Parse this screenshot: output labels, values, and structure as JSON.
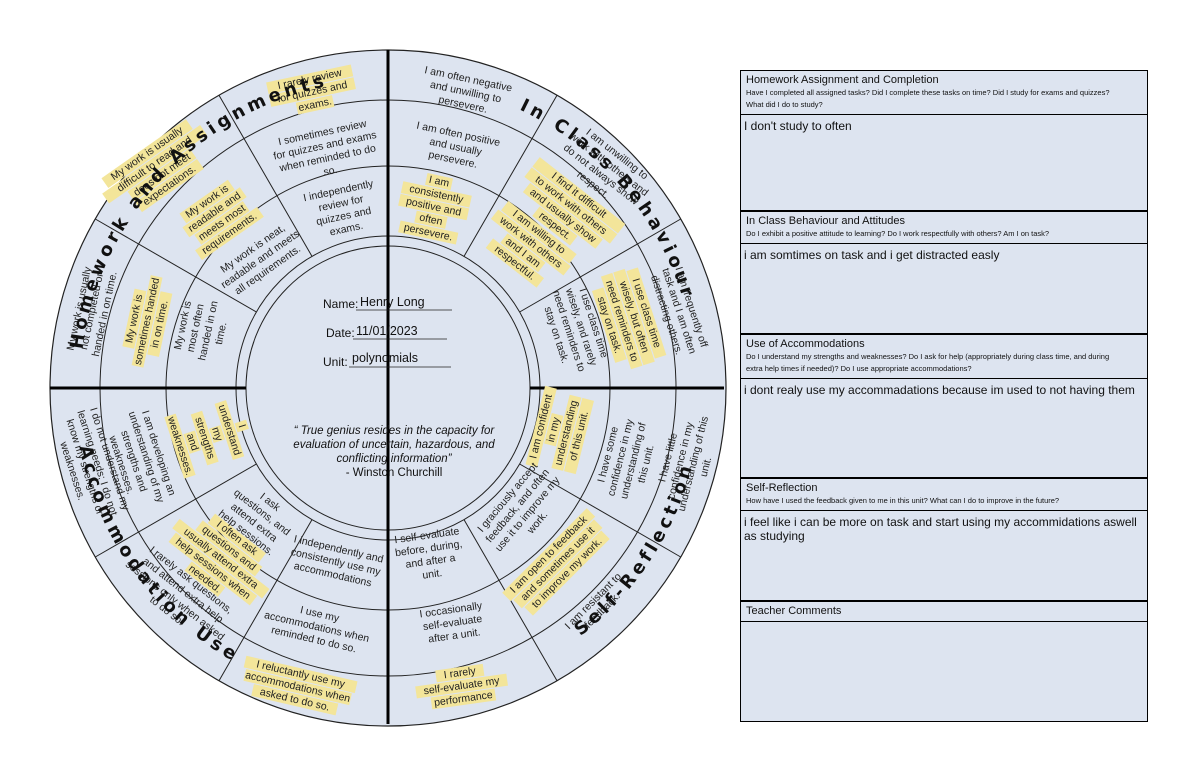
{
  "student": {
    "name_label": "Name:",
    "name_value": "Henry Long",
    "date_label": "Date:",
    "date_value": "11/01/2023",
    "unit_label": "Unit:",
    "unit_value": "polynomials"
  },
  "quote": {
    "line1": "“ True genius resides in the capacity for",
    "line2": "evaluation of uncertain, hazardous, and",
    "line3": "conflicting information”",
    "line4": "- Winston Churchill"
  },
  "quadrant_titles": {
    "homework": "Homework and Assignments",
    "behaviour": "In Class Behaviour",
    "accommodation": "Accommodation Use",
    "reflection": "Self-Reflection"
  },
  "colors": {
    "wheel_fill": "#dde4f0",
    "highlight": "#f3e59a",
    "divider": "#000000"
  },
  "segments": [
    {
      "text": "I rarely review for quizzes and exams.",
      "highlighted": true
    },
    {
      "text": "I sometimes review for quizzes and exams when reminded to do so.",
      "highlighted": false
    },
    {
      "text": "I independently review for quizzes and exams.",
      "highlighted": false
    },
    {
      "text": "My work is usually difficult to read and does not meet expectations.",
      "highlighted": true
    },
    {
      "text": "My work is readable and meets most requirements.",
      "highlighted": true
    },
    {
      "text": "My work is neat, readable and meets all requirements.",
      "highlighted": false
    },
    {
      "text": "My work is usually not completed or handed in on time.",
      "highlighted": false
    },
    {
      "text": "My work is sometimes handed in on time.",
      "highlighted": true
    },
    {
      "text": "My work is most often handed in on time.",
      "highlighted": false
    },
    {
      "text": "I am often negative and unwilling to persevere.",
      "highlighted": false
    },
    {
      "text": "I am often positive and usually persevere.",
      "highlighted": false
    },
    {
      "text": "I am consistently positive and often persevere.",
      "highlighted": true
    },
    {
      "text": "I am unwilling to work with others and do not always show respect.",
      "highlighted": false
    },
    {
      "text": "I find it difficult to work with others and usually show respect.",
      "highlighted": true
    },
    {
      "text": "I am willing to work with others and I am respectful.",
      "highlighted": true
    },
    {
      "text": "I am frequently off task and I am often distracting others.",
      "highlighted": false
    },
    {
      "text": "I use class time wisely, but often need reminders to stay on task.",
      "highlighted": true
    },
    {
      "text": "I use class time wisely, and rarely need reminders to stay on task.",
      "highlighted": false
    },
    {
      "text": "I do not understand my learning needs; I do not know my strengths or weaknesses.",
      "highlighted": false
    },
    {
      "text": "I am developing an understanding of my strengths and weaknesses.",
      "highlighted": false
    },
    {
      "text": "I understand my strengths and weaknesses.",
      "highlighted": true
    },
    {
      "text": "I rarely ask questions, and attend extra help sessions only when asked to do so.",
      "highlighted": false
    },
    {
      "text": "I often ask questions and usually attend extra help sessions when needed.",
      "highlighted": true
    },
    {
      "text": "I ask questions, and attend extra help sessions.",
      "highlighted": false
    },
    {
      "text": "I reluctantly use my accommodations when asked to do so.",
      "highlighted": true
    },
    {
      "text": "I use my accommodations when reminded to do so.",
      "highlighted": false
    },
    {
      "text": "I independently and consistently use my accommodations",
      "highlighted": false
    },
    {
      "text": "I have little confidence in my understanding of this unit.",
      "highlighted": false
    },
    {
      "text": "I have some confidence in my understanding of this unit.",
      "highlighted": false
    },
    {
      "text": "I am confident in my understanding of this unit.",
      "highlighted": true
    },
    {
      "text": "I am resistant to feedback.",
      "highlighted": false
    },
    {
      "text": "I am open to feedback and sometimes use it to improve my work.",
      "highlighted": true
    },
    {
      "text": "I graciously accept feedback, and often use it to improve my work.",
      "highlighted": false
    },
    {
      "text": "I rarely self-evaluate my performance",
      "highlighted": true
    },
    {
      "text": "I occasionally self-evaluate after a unit.",
      "highlighted": false
    },
    {
      "text": "I self-evaluate before, during, and after a unit.",
      "highlighted": false
    }
  ],
  "panel": {
    "homework": {
      "title": "Homework Assignment and Completion",
      "sub1": "Have I completed all assigned tasks?  Did I complete these tasks on time?  Did I study for exams and quizzes?",
      "sub2": "What did I do to study?",
      "answer": "I don't study to often"
    },
    "behaviour": {
      "title": "In Class Behaviour and Attitudes",
      "sub1": "Do I exhibit a positive attitude to learning? Do I work respectfully with others? Am I on task?",
      "answer": "i am somtimes on task and i get distracted easly"
    },
    "accommodations": {
      "title": "Use of Accommodations",
      "sub1": "Do I understand my strengths and weaknesses?  Do I ask for help (appropriately during class time, and during",
      "sub2": "extra help times if needed)?  Do I use appropriate accommodations?",
      "answer": "i dont realy use my accommadations because im used to not having them"
    },
    "reflection": {
      "title": "Self-Reflection",
      "sub1": "How have I used the feedback given to me in this unit?  What can I do to improve in the future?",
      "answer": "i feel like i can be more on task and start using my accommidations aswell as studying"
    },
    "teacher": {
      "title": "Teacher Comments",
      "answer": ""
    }
  }
}
